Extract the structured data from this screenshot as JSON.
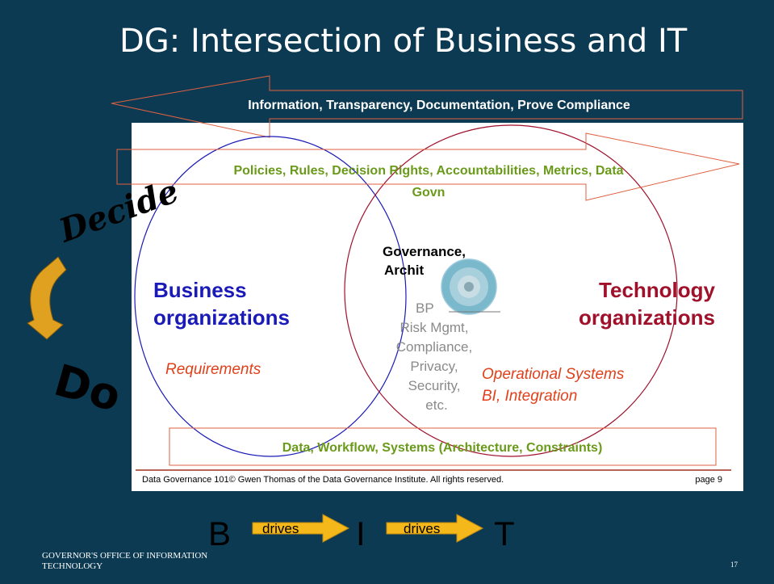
{
  "slide": {
    "title": "DG: Intersection of Business and IT",
    "footer_org_line1": "GOVERNOR'S OFFICE OF INFORMATION",
    "footer_org_line2": "TECHNOLOGY",
    "page_number": "17"
  },
  "arrows": {
    "top_left_arrow": "Information, Transparency, Documentation, Prove Compliance",
    "policies_arrow_line1": "Policies, Rules, Decision Rights, Accountabilities, Metrics, Data",
    "policies_arrow_line2": "Govn",
    "bottom_box": "Data, Workflow, Systems (Architecture, Constraints)"
  },
  "side": {
    "decide": "Decide",
    "do": "Do"
  },
  "business": {
    "line1": "Business",
    "line2": "organizations",
    "sub": "Requirements"
  },
  "technology": {
    "line1": "Technology",
    "line2": "organizations",
    "sub_line1": "Operational Systems",
    "sub_line2": "BI, Integration"
  },
  "intersection": {
    "heading_line1": "Governance,",
    "heading_line2": "Archit",
    "items": [
      "BP",
      "Risk Mgmt,",
      "Compliance,",
      "Privacy,",
      "Security,",
      "etc."
    ]
  },
  "source_note": {
    "text": "Data Governance 101© Gwen Thomas  of the Data Governance Institute.  All rights reserved.",
    "page": "page 9"
  },
  "flow": {
    "b": "B",
    "i": "I",
    "t": "T",
    "drives_1": "drives",
    "drives_2": "drives"
  },
  "colors": {
    "background": "#0c3a52",
    "business_blue": "#1a1ab8",
    "technology_red": "#a0102a",
    "green_text": "#6a9a1a",
    "orange_red": "#e0401a",
    "arrow_outline": "#e06040",
    "gold": "#e0a020"
  }
}
